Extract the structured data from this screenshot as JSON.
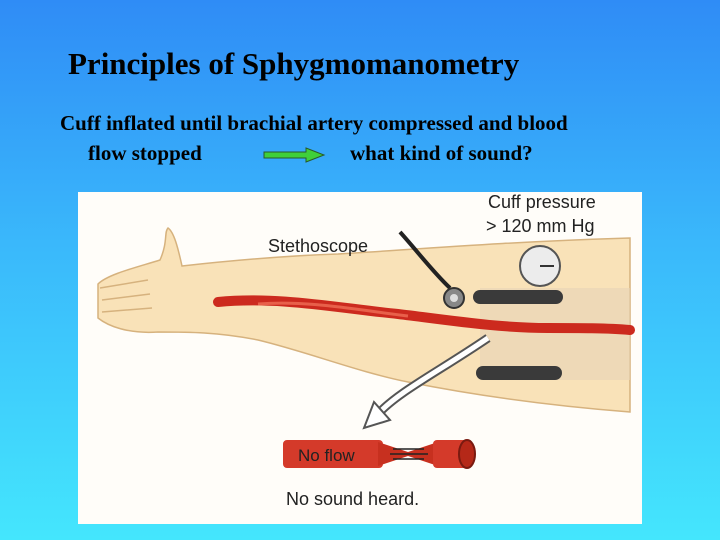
{
  "slide": {
    "title": "Principles of Sphygmomanometry",
    "line1": "Cuff inflated until brachial artery compressed and blood",
    "line2_left": "flow stopped",
    "line2_right": "what kind of sound?"
  },
  "figure": {
    "stethoscope_label": "Stethoscope",
    "cuff_pressure_label": "Cuff pressure",
    "cuff_pressure_value": "> 120 mm Hg",
    "no_flow_label": "No flow",
    "no_sound_label": "No sound heard."
  },
  "colors": {
    "background_top": "#2f8cf6",
    "background_bottom": "#44e6fd",
    "arrow_green": "#3fcf3a",
    "artery_red": "#cc2a1e",
    "skin": "#f9e2b8"
  }
}
